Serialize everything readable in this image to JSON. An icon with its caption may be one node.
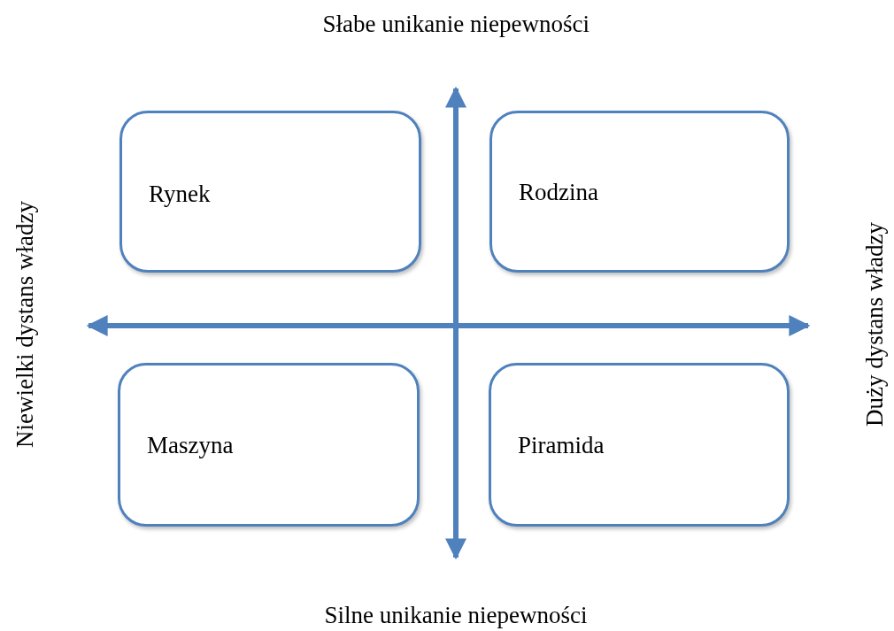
{
  "diagram": {
    "nodes": [
      {
        "text": [
          "Rynek"
        ]
      },
      {
        "text": [
          "Rodzina"
        ]
      },
      {
        "text": [
          "Maszyna"
        ]
      },
      {
        "text": [
          "Piramida"
        ]
      }
    ],
    "labels": [
      "Słabe unikanie niepewności",
      "Niewielki dystans władzy",
      "Duży dystans władzy",
      "Silne unikanie niepewności"
    ]
  }
}
